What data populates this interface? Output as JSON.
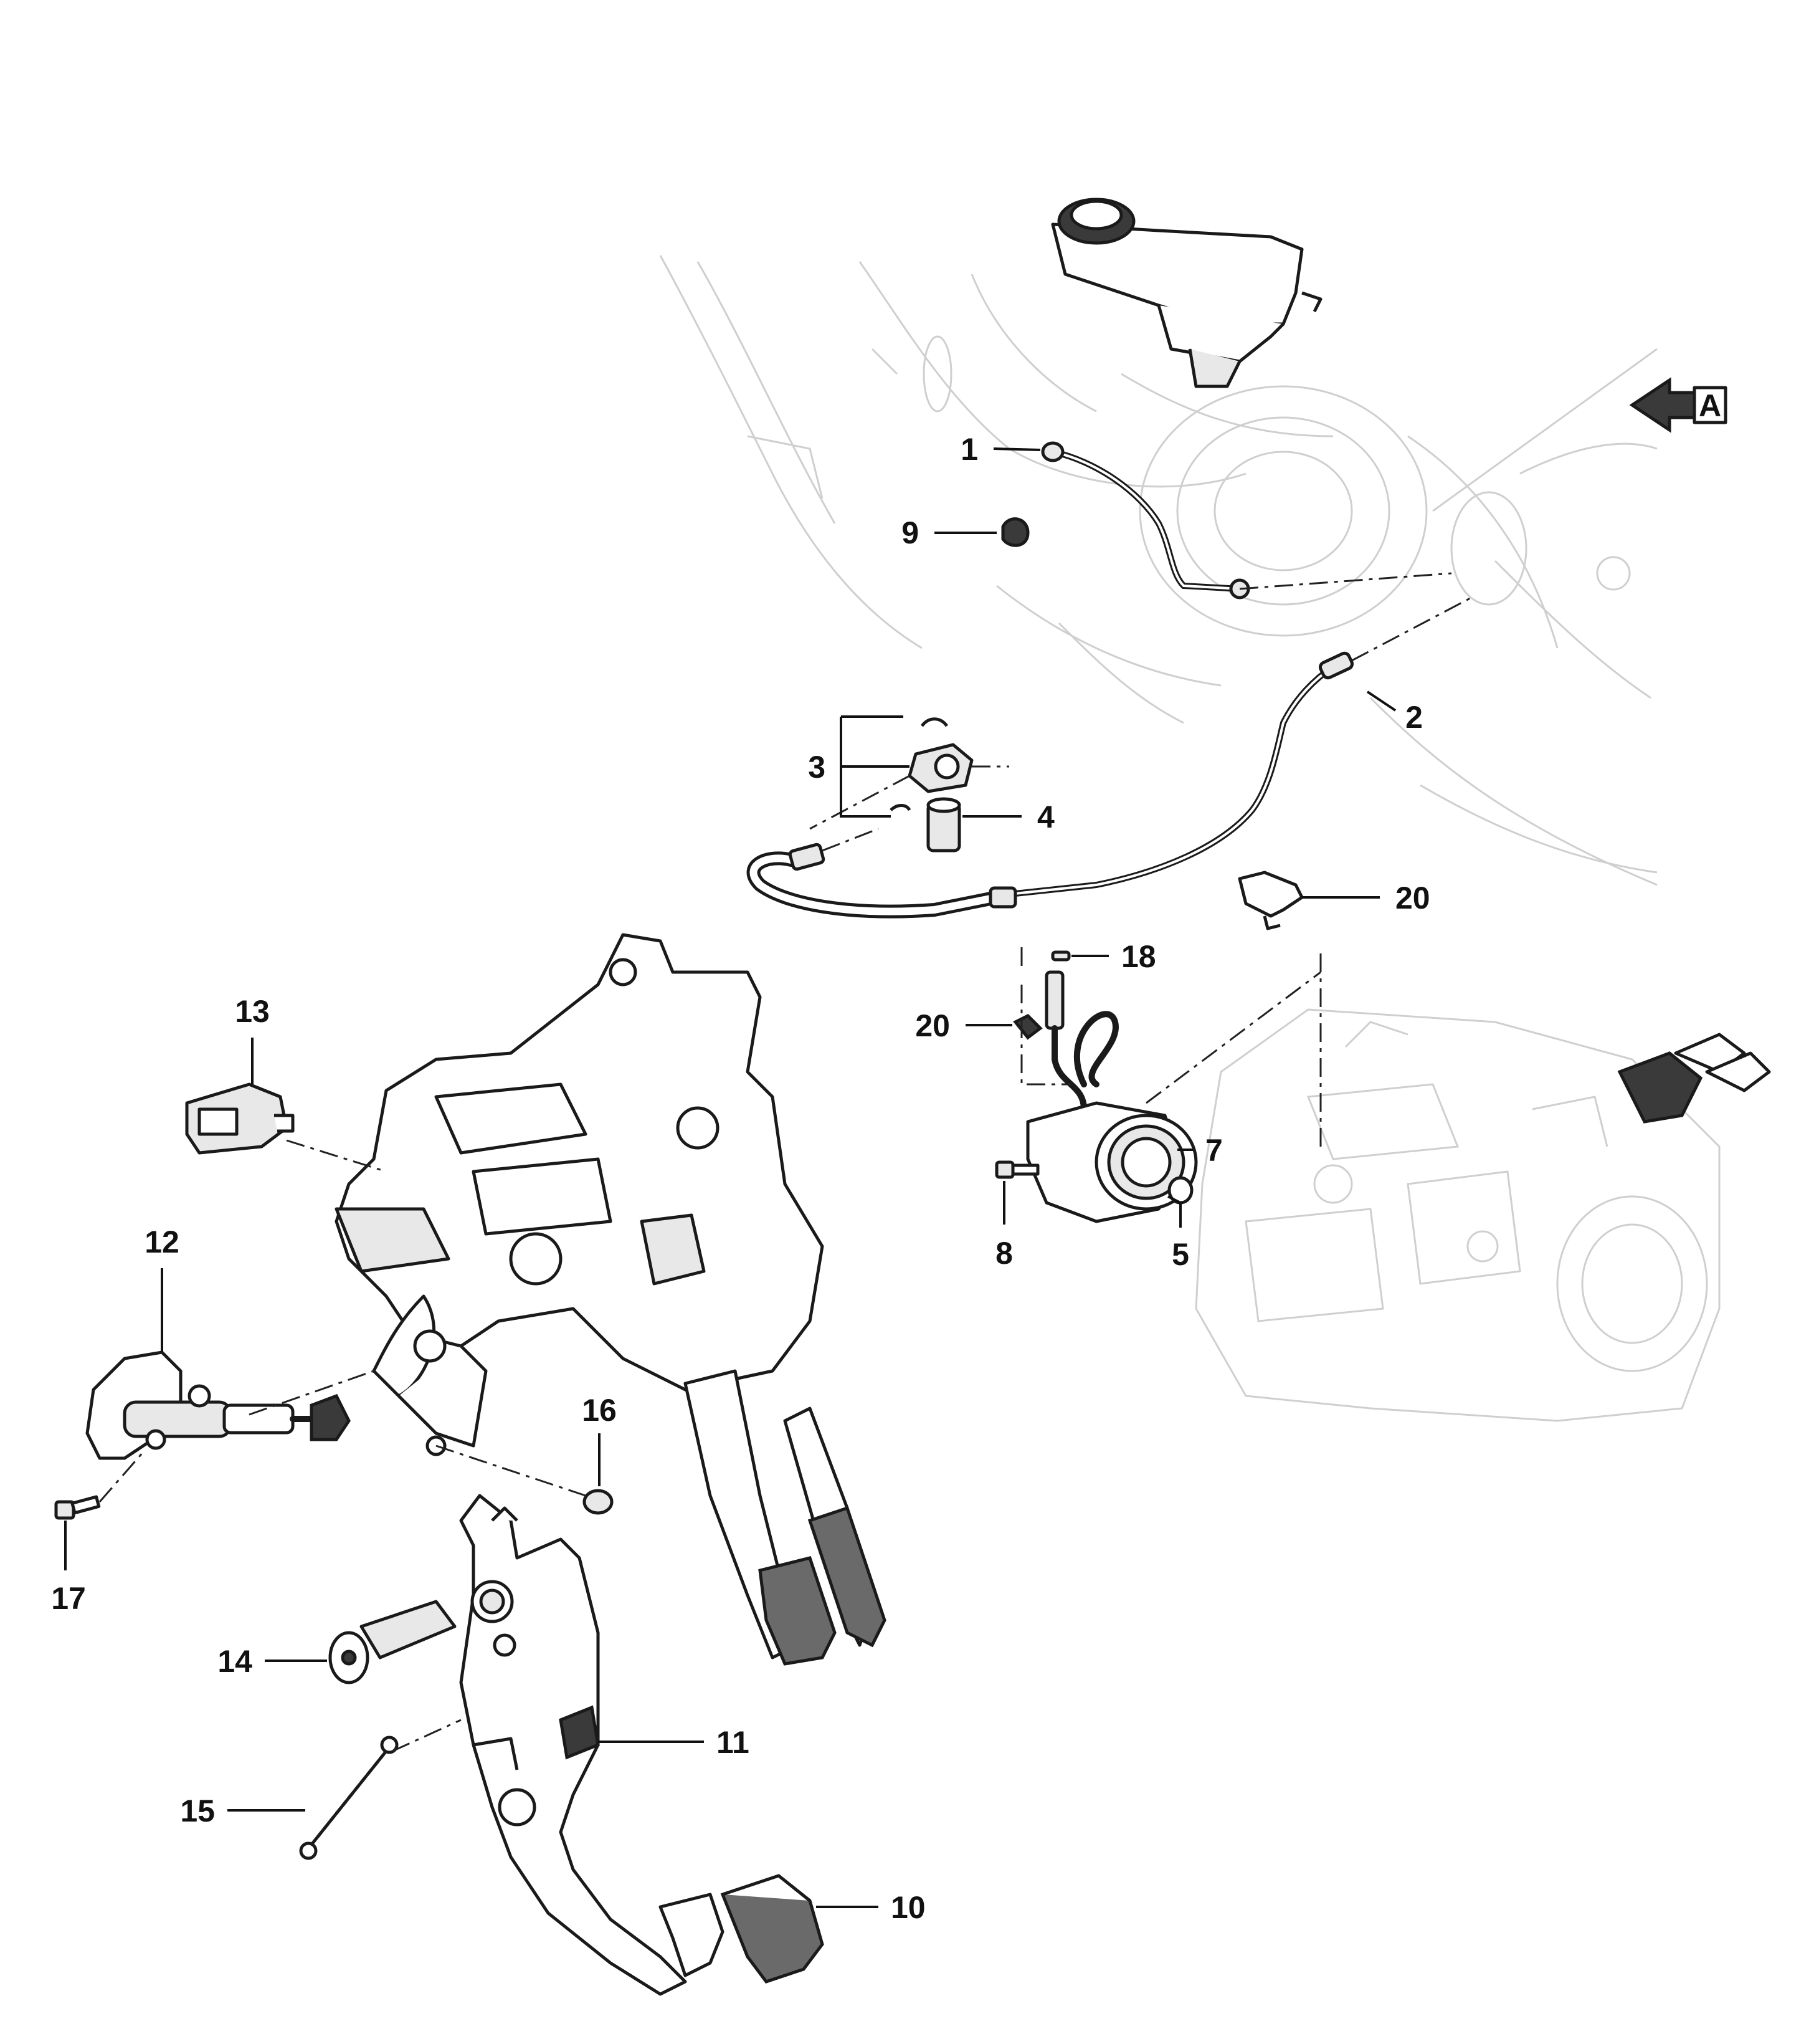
{
  "callouts": {
    "c1": "1",
    "c2": "2",
    "c3": "3",
    "c4": "4",
    "c5": "5",
    "c7": "7",
    "c8": "8",
    "c9": "9",
    "c10": "10",
    "c11": "11",
    "c12": "12",
    "c13": "13",
    "c14": "14",
    "c15": "15",
    "c16": "16",
    "c17": "17",
    "c18": "18",
    "c20a": "20",
    "c20b": "20"
  },
  "view_marker": {
    "label": "A"
  },
  "colors": {
    "line": "#1a1a1a",
    "ghost": "#cfcfcf",
    "background": "#ffffff"
  },
  "icons": {
    "view_arrow": "arrow-left-icon",
    "front_arrow": "arrow-down-left-icon"
  }
}
